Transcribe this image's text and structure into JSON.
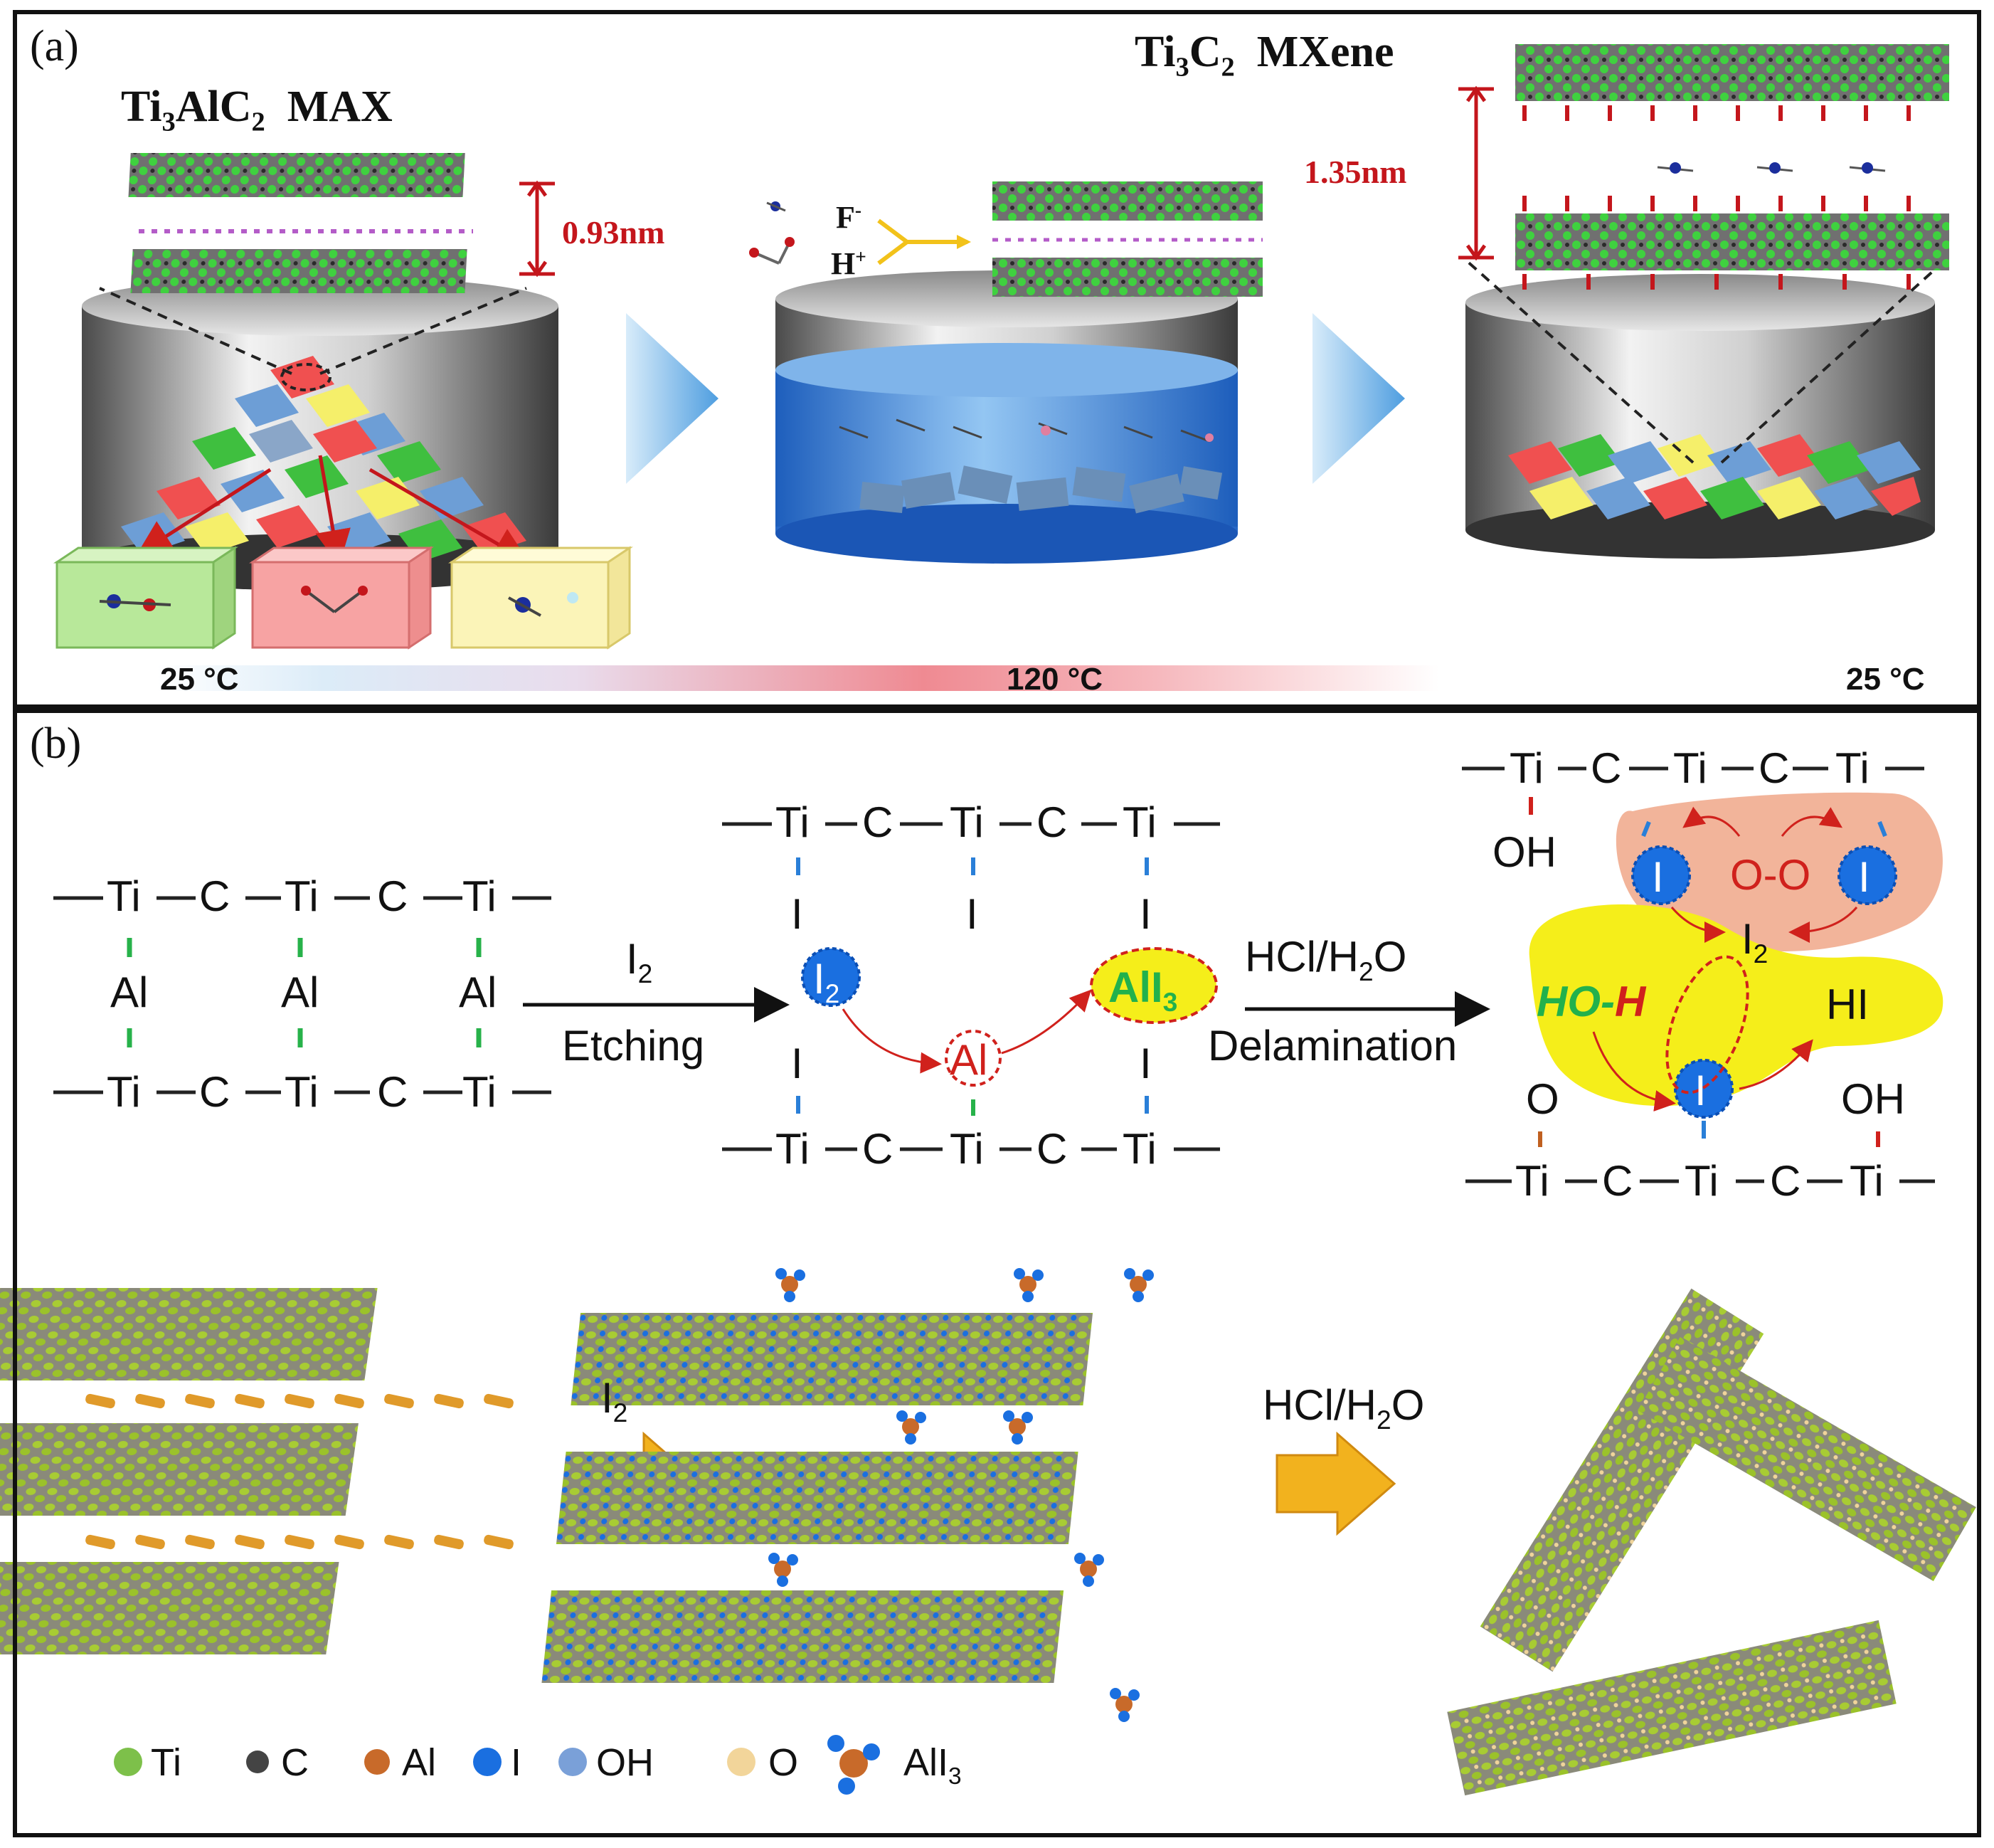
{
  "panel_a": {
    "label": "(a)",
    "max_title": "Ti",
    "max_title_sub1": "3",
    "max_title_mid": "AlC",
    "max_title_sub2": "2",
    "max_title_end": "  MAX",
    "mxene_title": "Ti",
    "mxene_title_sub1": "3",
    "mxene_title_mid": "C",
    "mxene_title_sub2": "2",
    "mxene_title_end": "  MXene",
    "spacing_max": "0.93nm",
    "spacing_mxene": "1.35nm",
    "fluoride": "F",
    "fluoride_sup": "-",
    "proton": "H",
    "proton_sup": "+",
    "temp_left": "25 °C",
    "temp_mid": "120 °C",
    "temp_right": "25 °C"
  },
  "panel_b": {
    "label": "(b)",
    "ti": "Ti",
    "c": "C",
    "al": "Al",
    "i": "I",
    "i2_symbol": "I",
    "i2_sub": "2",
    "etch_reagent": "I",
    "etch_reagent_sub": "2",
    "etching_label": "Etching",
    "all3_main": "AlI",
    "all3_sub": "3",
    "delam_reagent_main": "HCl/H",
    "delam_reagent_sub": "2",
    "delam_reagent_end": "O",
    "delamination_label": "Delamination",
    "oo_label": "O-O",
    "hoh_label_a": "HO-",
    "hoh_label_b": "H",
    "hi_label": "HI",
    "oh_label": "OH",
    "o_label": "O",
    "arrow2_reagent": "I",
    "arrow2_reagent_sub": "2",
    "arrow3_reagent_main": "HCl/H",
    "arrow3_reagent_sub": "2",
    "arrow3_reagent_end": "O",
    "legend": {
      "ti": "Ti",
      "c": "C",
      "al": "Al",
      "i": "I",
      "oh": "OH",
      "o": "O",
      "all3_main": "AlI",
      "all3_sub": "3"
    }
  },
  "colors": {
    "accent_red": "#c4161c",
    "ti_green": "#5cc43a",
    "iodine_blue": "#1a6fe0",
    "yellow_highlight": "#f5ee1a",
    "salmon_bubble": "#f2b49a",
    "arrow_orange": "#f2b21e",
    "arrow_blue": "#5aa8e0"
  }
}
